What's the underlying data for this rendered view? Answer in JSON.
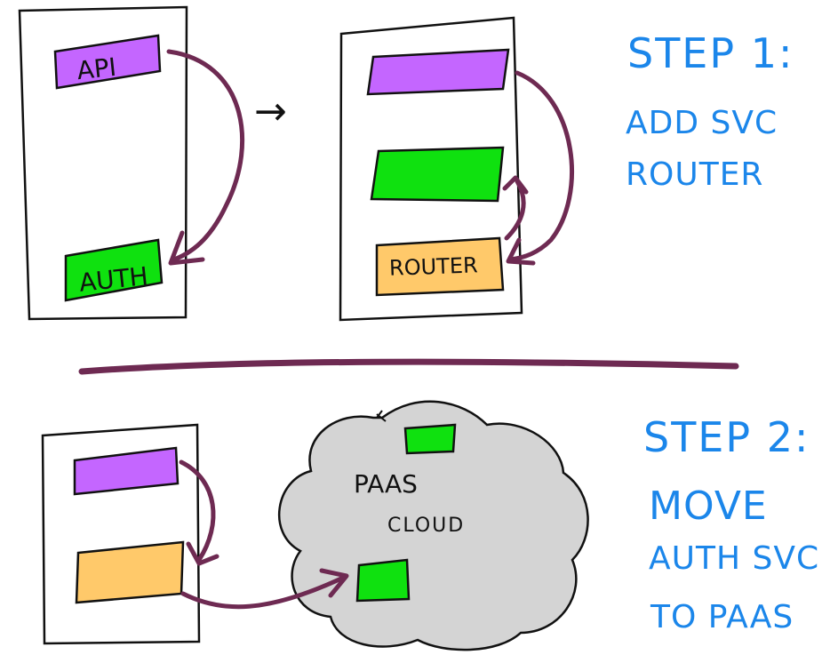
{
  "colors": {
    "purple": "#c466ff",
    "green": "#0fe10f",
    "orange": "#ffc96a",
    "arrow": "#6e2a52",
    "divider": "#6e2a52",
    "text_blue": "#1b86ea",
    "cloud": "#d4d4d4"
  },
  "step1": {
    "before": {
      "api_label": "API",
      "auth_label": "AUTH"
    },
    "after": {
      "router_label": "ROUTER"
    },
    "transition_arrow": "→",
    "title": "STEP 1:",
    "desc_line1": "ADD SVC",
    "desc_line2": "ROUTER"
  },
  "step2": {
    "cloud_label1": "PAAS",
    "cloud_label2": "CLOUD",
    "title": "STEP 2:",
    "desc_line1": "MOVE",
    "desc_line2": "AUTH SVC",
    "desc_line3": "TO PAAS"
  }
}
